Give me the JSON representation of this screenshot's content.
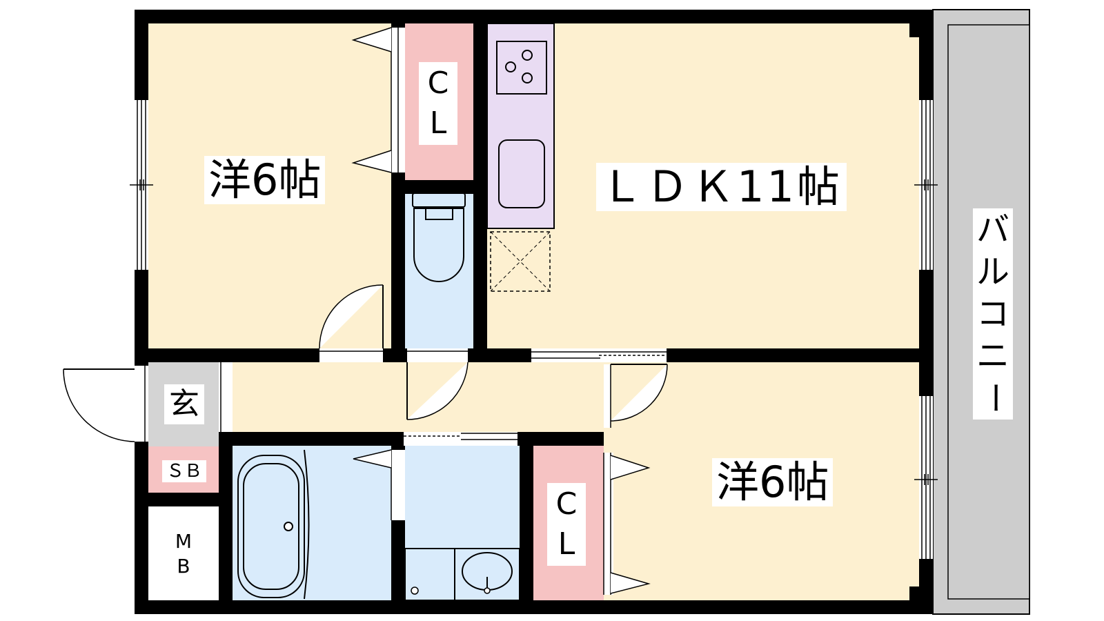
{
  "colors": {
    "room_fill": "#fdf0d0",
    "closet_fill": "#f6c3c3",
    "wet_fill": "#d9ebfb",
    "kitchen_fill": "#e9dcf3",
    "entry_fill": "#d4d4d4",
    "balcony_fill": "#cdcdcd",
    "wall": "#000000"
  },
  "rooms": {
    "western_top": {
      "label": "洋6帖"
    },
    "western_bottom": {
      "label": "洋6帖"
    },
    "ldk": {
      "label": "ＬＤＫ11帖"
    },
    "closet_top": {
      "line1": "C",
      "line2": "L"
    },
    "closet_bottom": {
      "line1": "C",
      "line2": "L"
    },
    "entrance": {
      "label": "玄"
    },
    "shoe_box": {
      "label": "ＳＢ"
    },
    "meter_box": {
      "line1": "M",
      "line2": "B"
    },
    "balcony": {
      "chars": [
        "バ",
        "ル",
        "コ",
        "ニ",
        "ー"
      ]
    }
  }
}
